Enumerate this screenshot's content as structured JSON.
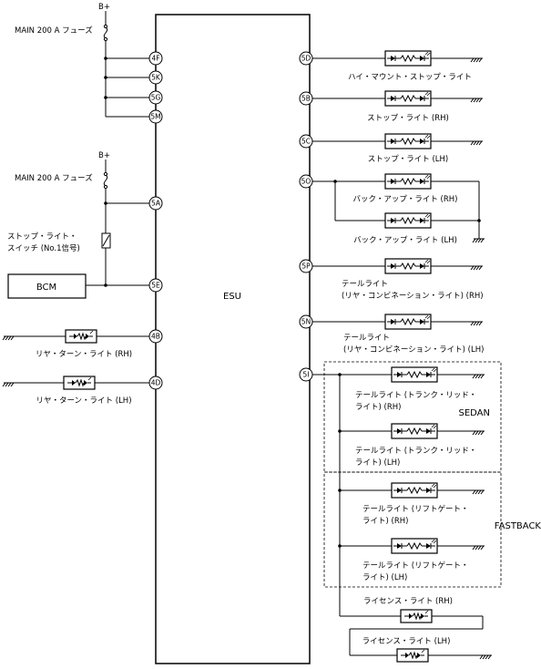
{
  "esu_label": "ESU",
  "bcm_label": "BCM",
  "bplus": "B+",
  "fuse_label": "MAIN 200 A フューズ",
  "switch_line1": "ストップ・ライト・",
  "switch_line2": "スイッチ (No.1信号)",
  "left_pins": [
    "4F",
    "5K",
    "5G",
    "5M",
    "5A",
    "5E",
    "4B",
    "4D"
  ],
  "right_pins": [
    "5D",
    "5B",
    "5C",
    "5O",
    "5P",
    "5N",
    "5I"
  ],
  "rear_turn_rh": "リヤ・ターン・ライト (RH)",
  "rear_turn_lh": "リヤ・ターン・ライト (LH)",
  "high_mount": "ハイ・マウント・ストップ・ライト",
  "stop_rh": "ストップ・ライト (RH)",
  "stop_lh": "ストップ・ライト (LH)",
  "backup_rh": "バック・アップ・ライト (RH)",
  "backup_lh": "バック・アップ・ライト (LH)",
  "tail_rh_1": "テールライト",
  "tail_rh_2": "(リヤ・コンビネーション・ライト) (RH)",
  "tail_lh_1": "テールライト",
  "tail_lh_2": "(リヤ・コンビネーション・ライト) (LH)",
  "trunk_rh_1": "テールライト (トランク・リッド・",
  "trunk_rh_2": "ライト) (RH)",
  "trunk_lh_1": "テールライト (トランク・リッド・",
  "trunk_lh_2": "ライト) (LH)",
  "sedan": "SEDAN",
  "lift_rh_1": "テールライト (リフトゲート・",
  "lift_rh_2": "ライト) (RH)",
  "lift_lh_1": "テールライト (リフトゲート・",
  "lift_lh_2": "ライト) (LH)",
  "fastback": "FASTBACK",
  "license_rh": "ライセンス・ライト (RH)",
  "license_lh": "ライセンス・ライト (LH)"
}
